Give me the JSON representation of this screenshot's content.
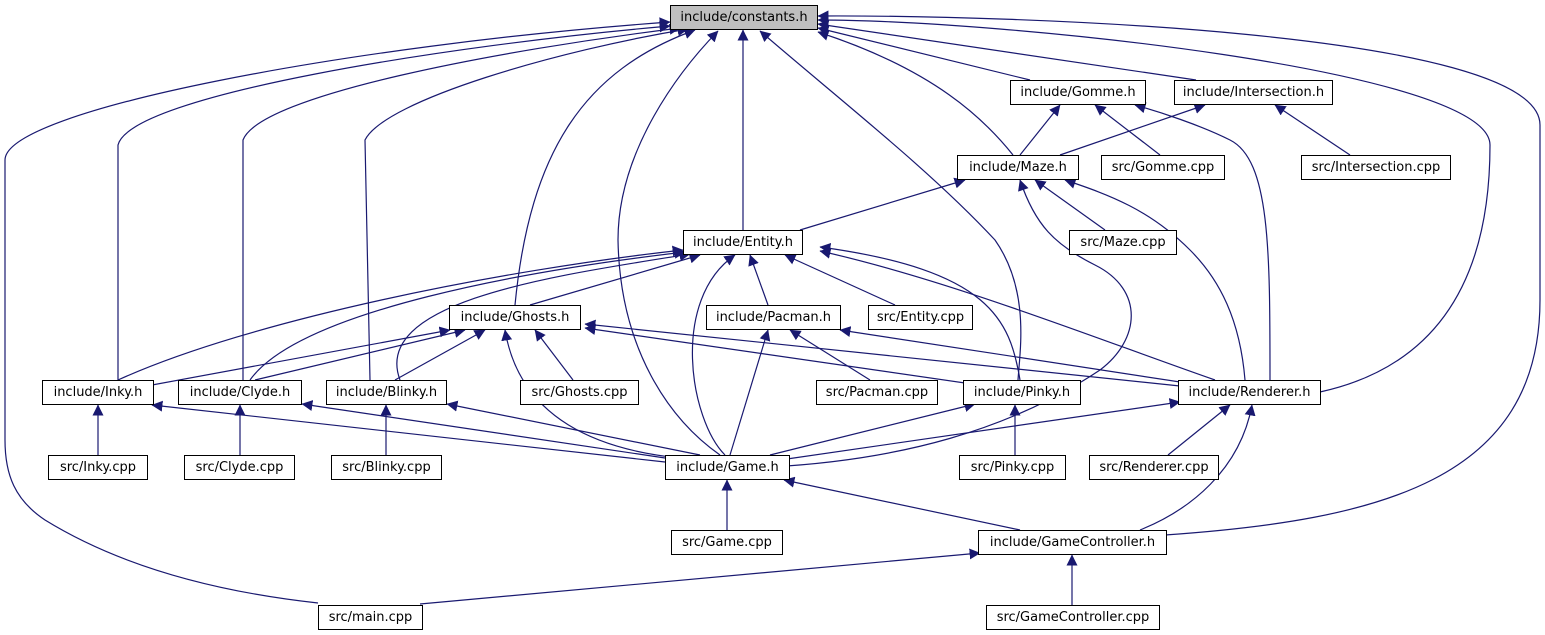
{
  "colors": {
    "edge": "#191970",
    "node_border": "#000000",
    "root_fill": "#bfbfbf",
    "node_fill": "#ffffff"
  },
  "nodes": {
    "constants_h": "include/constants.h",
    "gomme_h": "include/Gomme.h",
    "intersection_h": "include/Intersection.h",
    "maze_h": "include/Maze.h",
    "gomme_cpp": "src/Gomme.cpp",
    "intersection_cpp": "src/Intersection.cpp",
    "entity_h": "include/Entity.h",
    "maze_cpp": "src/Maze.cpp",
    "ghosts_h": "include/Ghosts.h",
    "pacman_h": "include/Pacman.h",
    "entity_cpp": "src/Entity.cpp",
    "inky_h": "include/Inky.h",
    "clyde_h": "include/Clyde.h",
    "blinky_h": "include/Blinky.h",
    "ghosts_cpp": "src/Ghosts.cpp",
    "pacman_cpp": "src/Pacman.cpp",
    "pinky_h": "include/Pinky.h",
    "renderer_h": "include/Renderer.h",
    "inky_cpp": "src/Inky.cpp",
    "clyde_cpp": "src/Clyde.cpp",
    "blinky_cpp": "src/Blinky.cpp",
    "game_h": "include/Game.h",
    "pinky_cpp": "src/Pinky.cpp",
    "renderer_cpp": "src/Renderer.cpp",
    "game_cpp": "src/Game.cpp",
    "gamecontroller_h": "include/GameController.h",
    "main_cpp": "src/main.cpp",
    "gamecontroller_cpp": "src/GameController.cpp"
  }
}
